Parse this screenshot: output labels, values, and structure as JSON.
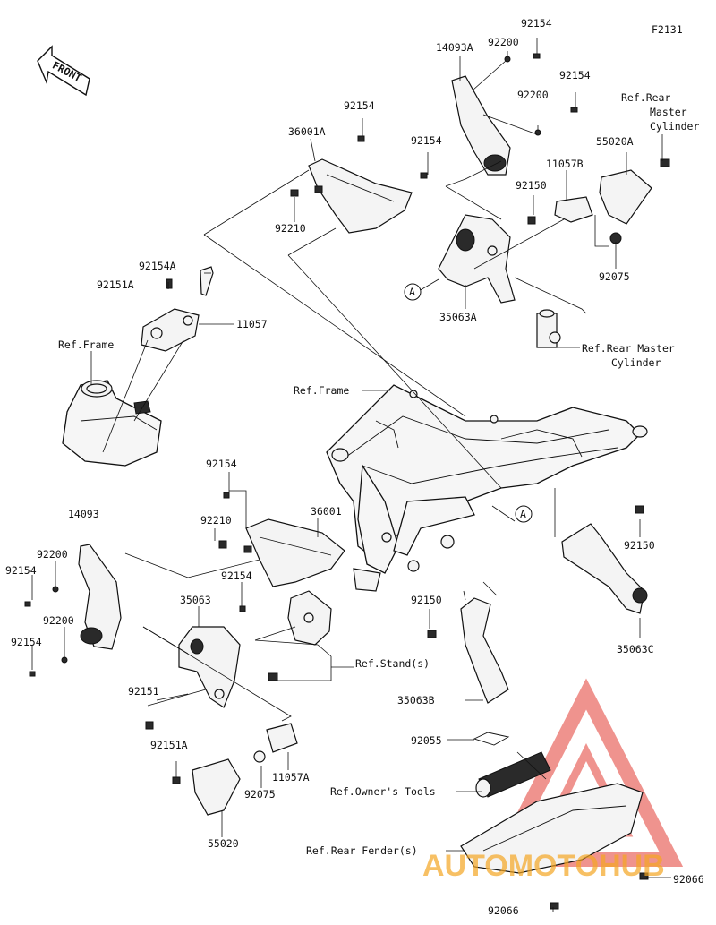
{
  "figure_code": "F2131",
  "front_label": "FRONT",
  "watermark": "AUTOMOTOHUB",
  "labels": {
    "p14093A": "14093A",
    "p92154_a": "92154",
    "p92200_a": "92200",
    "p92154_b": "92154",
    "p92200_b": "92200",
    "ref_rear_master_1": "Ref.Rear",
    "ref_rear_master_2": "Master",
    "ref_rear_master_3": "Cylinder",
    "p92154_c": "92154",
    "p36001A": "36001A",
    "p92154_d": "92154",
    "p55020A": "55020A",
    "p11057B": "11057B",
    "p92150_a": "92150",
    "p92210_a": "92210",
    "p92075_a": "92075",
    "p92154A": "92154A",
    "p92151A_a": "92151A",
    "p11057": "11057",
    "pA_a": "A",
    "p35063A": "35063A",
    "ref_frame_a": "Ref.Frame",
    "ref_rear_master_b1": "Ref.Rear Master",
    "ref_rear_master_b2": "Cylinder",
    "ref_frame_b": "Ref.Frame",
    "p92154_e": "92154",
    "p92210_b": "92210",
    "p36001": "36001",
    "p14093": "14093",
    "pA_b": "A",
    "p92150_b": "92150",
    "p92200_c": "92200",
    "p92154_f": "92154",
    "p92154_g": "92154",
    "p35063": "35063",
    "p92150_c": "92150",
    "p35063C": "35063C",
    "p92200_d": "92200",
    "p92154_h": "92154",
    "ref_stand": "Ref.Stand(s)",
    "p92151": "92151",
    "p35063B": "35063B",
    "p92055": "92055",
    "p92151A_b": "92151A",
    "p11057A": "11057A",
    "p92075_b": "92075",
    "ref_owner_tools": "Ref.Owner's Tools",
    "p55020": "55020",
    "ref_rear_fender": "Ref.Rear Fender(s)",
    "p92066_a": "92066",
    "p92066_b": "92066"
  },
  "colors": {
    "watermark_red": "#e23b32",
    "watermark_orange": "#f5a623",
    "ink": "#111111"
  }
}
